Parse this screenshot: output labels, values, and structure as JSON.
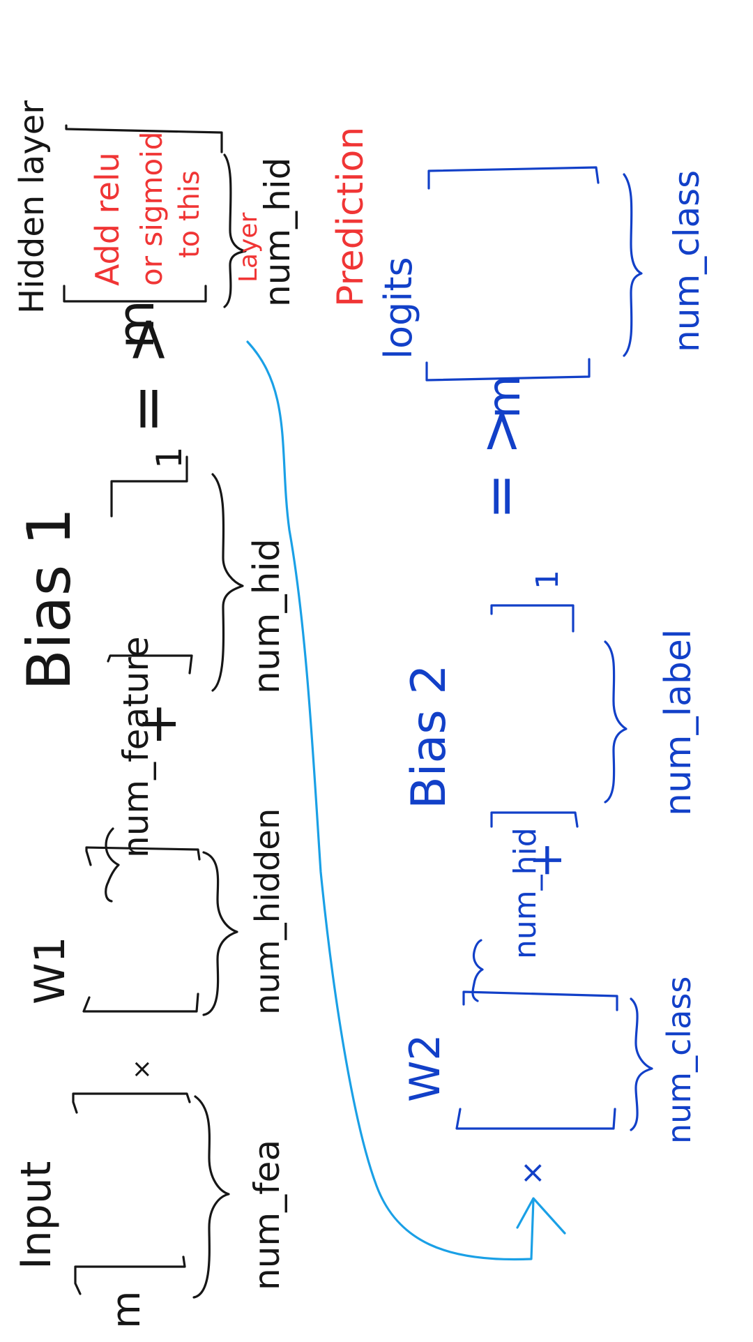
{
  "colors": {
    "black": "#161616",
    "blue": "#1240c8",
    "red": "#f03535",
    "arrow": "#1aa0e6"
  },
  "layer1": {
    "input_label": "Input",
    "input_rows": "m",
    "input_cols": "num_fea",
    "times": "×",
    "weight_label": "W1",
    "weight_rows": "num_feature",
    "weight_cols": "num_hidden",
    "plus": "+",
    "bias_label": "Bias 1",
    "bias_rows": "1",
    "bias_cols": "num_hid",
    "equals": "=",
    "result_rows": "m",
    "hidden_title": "Hidden layer",
    "activation_note_1": "Add relu",
    "activation_note_2": "or sigmoid",
    "activation_note_3": "to this",
    "activation_note_4": "Layer",
    "hidden_cols": "num_hid"
  },
  "layer2": {
    "times": "×",
    "weight_label": "W2",
    "weight_rows": "num_hid",
    "weight_cols": "num_class",
    "plus": "+",
    "bias_label": "Bias 2",
    "bias_rows": "1",
    "bias_cols": "num_label",
    "equals": "=",
    "result_rows": "m",
    "prediction_label": "Prediction",
    "logits_label": "logits",
    "output_cols": "num_class"
  }
}
